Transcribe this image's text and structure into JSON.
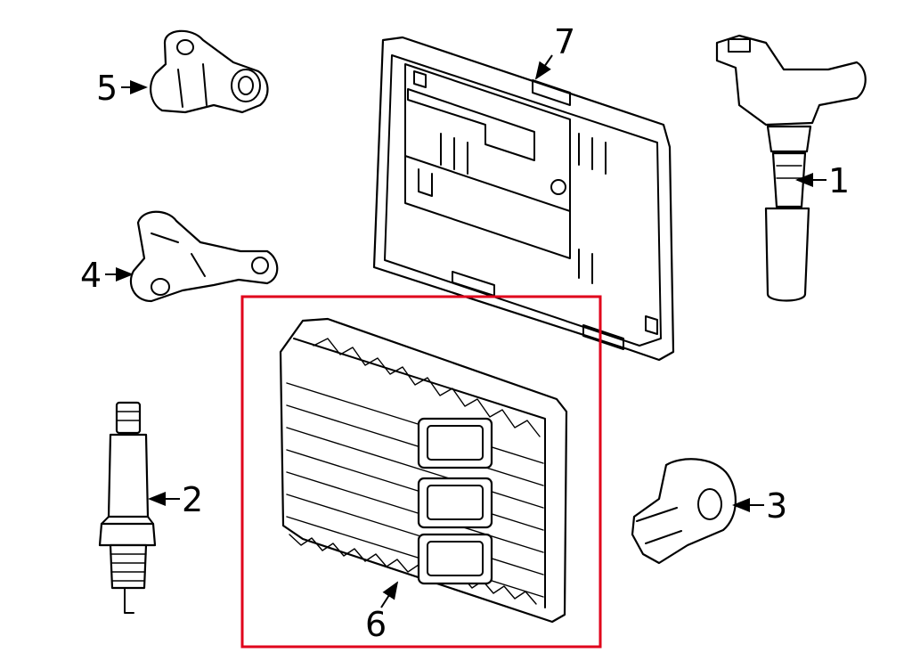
{
  "callouts": {
    "c1": "1",
    "c2": "2",
    "c3": "3",
    "c4": "4",
    "c5": "5",
    "c6": "6",
    "c7": "7"
  },
  "highlight": {
    "target_callout": "6",
    "color": "#e0001b"
  },
  "colors": {
    "line": "#000000",
    "background": "#ffffff"
  }
}
